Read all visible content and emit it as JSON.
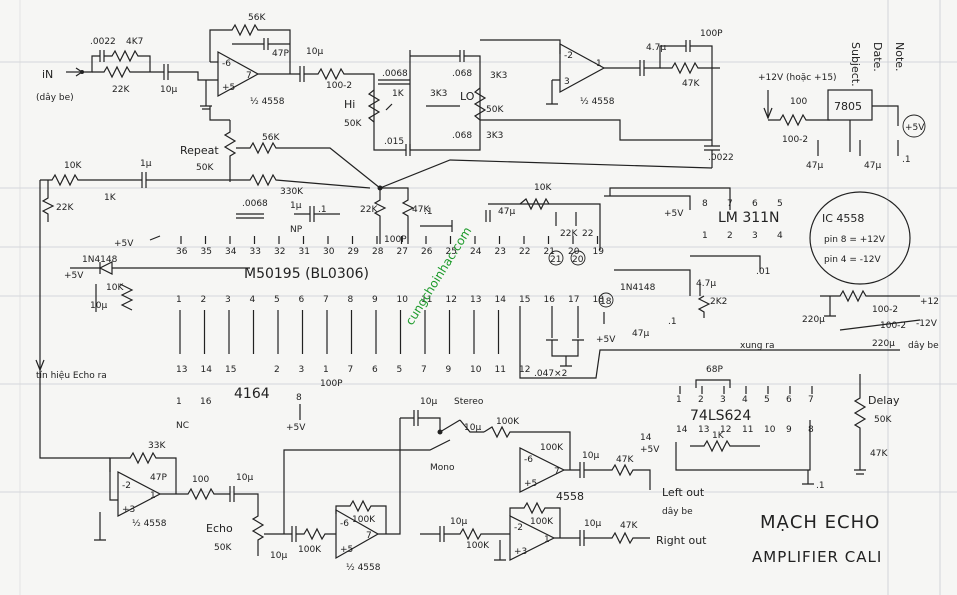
{
  "sheet": {
    "margin_labels": [
      "Note.",
      "Date.",
      "Subject."
    ],
    "title_line1": "MẠCH ECHO",
    "title_line2": "AMPLIFIER CALI",
    "watermark": "cungchoinhac.com"
  },
  "ic_box": {
    "line1": "IC 4558",
    "line2": "pin 8 = +12V",
    "line3": "pin 4 = -12V"
  },
  "chips": {
    "m50195": "M50195 (BL0306)",
    "lm311": "LM 311N",
    "ram": "4164",
    "ls624": "74LS624",
    "reg": "7805",
    "op_input": "½ 4558",
    "op_tone": "½ 4558",
    "op_echo": "½ 4558",
    "op_mix": "½ 4558",
    "op_out": "4558"
  },
  "io": {
    "in": "iN",
    "in_sub": "(dây be)",
    "feedback": "tín hiệu Echo ra",
    "stereo": "Stereo",
    "mono": "Mono",
    "left_out": "Left out",
    "left_sub": "dây be",
    "right_out": "Right out",
    "plus12": "+12V (hoặc +15)",
    "plus5": "+5V",
    "dual_p12": "+12",
    "dual_m12": "-12V",
    "dual_sub": "dây be",
    "xung_ra": "xung ra"
  },
  "controls": {
    "repeat": "Repeat",
    "repeat_val": "50K",
    "hi": "Hi",
    "hi_val": "50K",
    "lo": "LO",
    "lo_val": "50K",
    "echo": "Echo",
    "echo_val": "50K",
    "delay": "Delay",
    "delay_val": "50K"
  },
  "parts": {
    "c0022a": ".0022",
    "r4k7a": "4K7",
    "r22k": "22K",
    "c10ua": "10µ",
    "r56ka": "56K",
    "c47pa": "47P",
    "c10ub": "10µ",
    "r100_2": "100-2",
    "c0068a": ".0068",
    "r1k": "1K",
    "c015": ".015",
    "r3k3a": "3K3",
    "c068a": ".068",
    "r3k3b": "3K3",
    "c068b": ".068",
    "r3k3c": "3K3",
    "c100p": "100P",
    "c47ua": "4.7µ",
    "r47k": "47K",
    "c0022b": ".0022",
    "r56kb": "56K",
    "r10ka": "10K",
    "r1kb": "1K",
    "c1u": "1µ",
    "r22kb": "22K",
    "r330k": "330K",
    "r22kc": "22K",
    "r47kb": "47K",
    "c100pb": "100P",
    "c0068b": ".0068",
    "c1ub": "1µ",
    "c1uc": ".1",
    "np": "NP",
    "c1n": ".1",
    "c47un": "47µ",
    "r10kb": "10K",
    "c22u": "22",
    "r22kd": "22K",
    "d1n4148a": "1N4148",
    "d1n4148b": "1N4148",
    "r10kc": "10K",
    "c10uc": "10µ",
    "c47ub": "4.7µ",
    "r2k2": "2K2",
    "c01": ".01",
    "c047": ".047×2",
    "c47uc": "47µ",
    "c1d": ".1",
    "c68p": "68P",
    "r1kc": "1K",
    "c1e": ".1",
    "r100": "100",
    "r100_2b": "100-2",
    "c47ud": "47µ",
    "c47ue": "47µ",
    "c1f": ".1",
    "c220ua": "220µ",
    "c220ub": "220µ",
    "r100_2c": "100-2",
    "r100_2d": "100-2",
    "r33k": "33K",
    "c47pb": "47P",
    "r100b": "100",
    "c10ud": "10µ",
    "c10ue": "10µ",
    "r100ka": "100K",
    "r100kb": "100K",
    "c10uf": "10µ",
    "c10ug": "10µ",
    "r100kc": "100K",
    "r100kd": "100K",
    "c10uh": "10µ",
    "r47kc": "47K",
    "r100ke": "100K",
    "r100kf": "100K",
    "c10ui": "10µ",
    "r47kd": "47K",
    "r47ke": "47K",
    "c1g": ".1",
    "c100pc": "100P",
    "plus5c": "+5V",
    "plus5d": "+5V",
    "plus5e": "+5V"
  },
  "pins": {
    "m_top": [
      "36",
      "35",
      "34",
      "33",
      "32",
      "31",
      "30",
      "29",
      "28",
      "27",
      "26",
      "25",
      "24",
      "23",
      "22",
      "21",
      "20",
      "19"
    ],
    "m_bot": [
      "1",
      "2",
      "3",
      "4",
      "5",
      "6",
      "7",
      "8",
      "9",
      "10",
      "11",
      "12",
      "13",
      "14",
      "15",
      "16",
      "17",
      "18"
    ],
    "ram_col": [
      "13",
      "14",
      "15",
      "",
      "2",
      "3",
      "1",
      "7",
      "6",
      "5",
      "7",
      "9",
      "10",
      "11",
      "12"
    ],
    "ram_extra": [
      "1",
      "16",
      "NC"
    ],
    "lm_top": [
      "8",
      "7",
      "6",
      "5"
    ],
    "lm_bot": [
      "1",
      "2",
      "3",
      "4"
    ],
    "ls_top": [
      "1",
      "2",
      "3",
      "4",
      "5",
      "6",
      "7"
    ],
    "ls_bot": [
      "14",
      "13",
      "12",
      "11",
      "10",
      "9",
      "8"
    ]
  }
}
